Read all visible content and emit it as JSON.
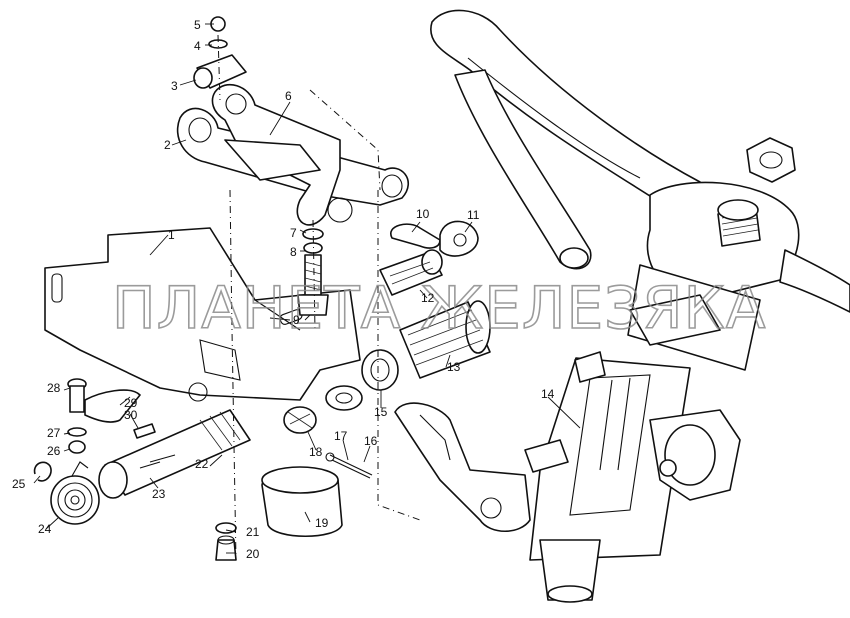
{
  "watermark": "ПЛАНЕТА ЖЕЛЕЗЯКА",
  "parts": [
    {
      "id": "part-1",
      "num": "1"
    },
    {
      "id": "part-2",
      "num": "2"
    },
    {
      "id": "part-3",
      "num": "3"
    },
    {
      "id": "part-4",
      "num": "4"
    },
    {
      "id": "part-5",
      "num": "5"
    },
    {
      "id": "part-6",
      "num": "6"
    },
    {
      "id": "part-7",
      "num": "7"
    },
    {
      "id": "part-8",
      "num": "8"
    },
    {
      "id": "part-9",
      "num": "9"
    },
    {
      "id": "part-10",
      "num": "10"
    },
    {
      "id": "part-11",
      "num": "11"
    },
    {
      "id": "part-12",
      "num": "12"
    },
    {
      "id": "part-13",
      "num": "13"
    },
    {
      "id": "part-14",
      "num": "14"
    },
    {
      "id": "part-15",
      "num": "15"
    },
    {
      "id": "part-16",
      "num": "16"
    },
    {
      "id": "part-17",
      "num": "17"
    },
    {
      "id": "part-18",
      "num": "18"
    },
    {
      "id": "part-19",
      "num": "19"
    },
    {
      "id": "part-20",
      "num": "20"
    },
    {
      "id": "part-21",
      "num": "21"
    },
    {
      "id": "part-22",
      "num": "22"
    },
    {
      "id": "part-23",
      "num": "23"
    },
    {
      "id": "part-24",
      "num": "24"
    },
    {
      "id": "part-25",
      "num": "25"
    },
    {
      "id": "part-26",
      "num": "26"
    },
    {
      "id": "part-27",
      "num": "27"
    },
    {
      "id": "part-28",
      "num": "28"
    },
    {
      "id": "part-29",
      "num": "29"
    },
    {
      "id": "part-30",
      "num": "30"
    }
  ]
}
